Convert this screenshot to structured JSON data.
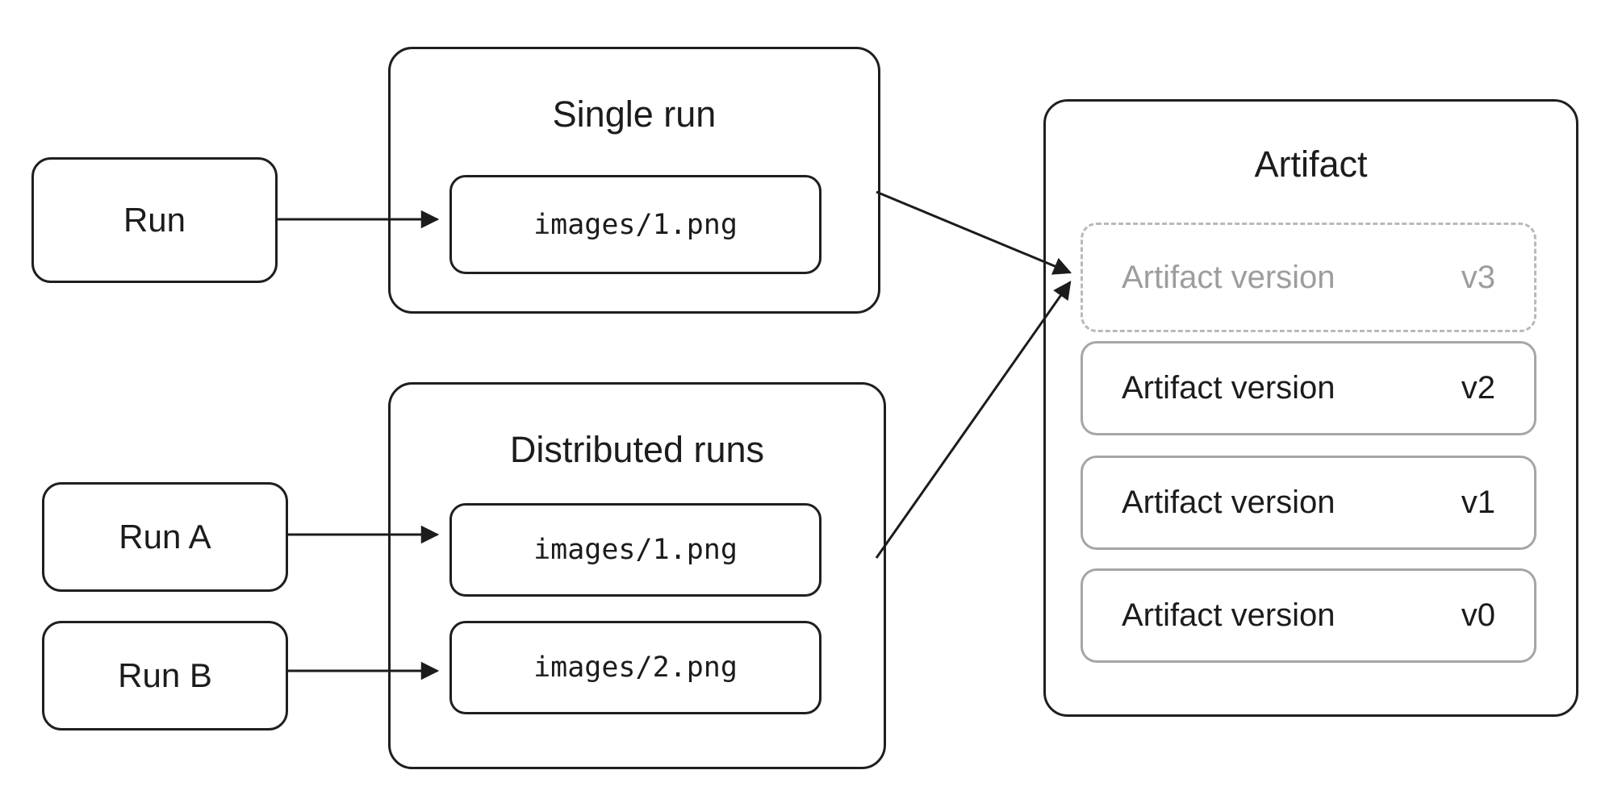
{
  "nodes": {
    "run": {
      "label": "Run"
    },
    "run_a": {
      "label": "Run A"
    },
    "run_b": {
      "label": "Run B"
    }
  },
  "single_run": {
    "title": "Single run",
    "file": "images/1.png"
  },
  "distributed_runs": {
    "title": "Distributed runs",
    "files": [
      "images/1.png",
      "images/2.png"
    ]
  },
  "artifact": {
    "title": "Artifact",
    "versions": [
      {
        "label": "Artifact version",
        "tag": "v3",
        "state": "pending"
      },
      {
        "label": "Artifact version",
        "tag": "v2",
        "state": "committed"
      },
      {
        "label": "Artifact version",
        "tag": "v1",
        "state": "committed"
      },
      {
        "label": "Artifact version",
        "tag": "v0",
        "state": "committed"
      }
    ]
  },
  "colors": {
    "node_border": "#1f1f1f",
    "version_border": "#a6a6a6",
    "pending_border": "#b9b9b9",
    "pending_text": "#9d9d9d",
    "text": "#1c1c1c",
    "background": "#ffffff"
  }
}
